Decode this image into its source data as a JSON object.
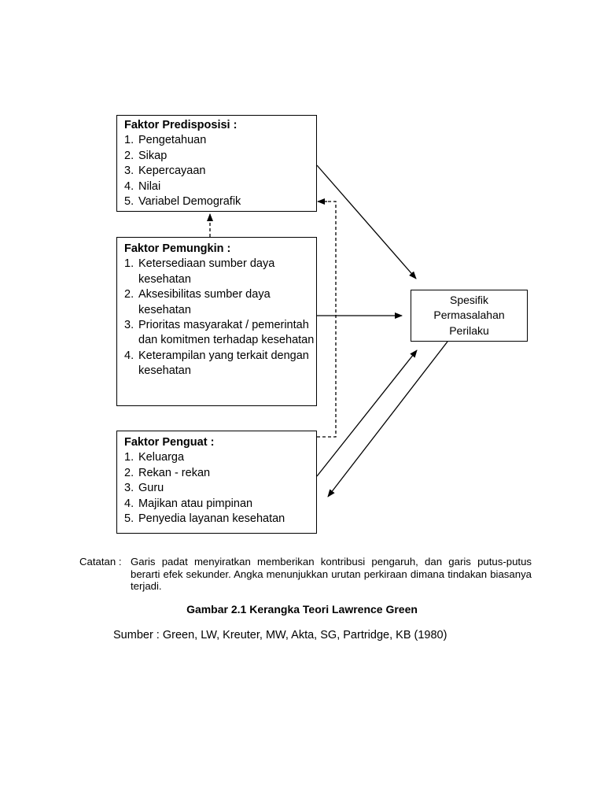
{
  "diagram": {
    "predisposisi": {
      "title": "Faktor Predisposisi :",
      "items": [
        {
          "num": "1.",
          "text": "Pengetahuan"
        },
        {
          "num": "2.",
          "text": "Sikap"
        },
        {
          "num": "3.",
          "text": "Kepercayaan"
        },
        {
          "num": "4.",
          "text": "Nilai"
        },
        {
          "num": "5.",
          "text": "Variabel Demografik"
        }
      ]
    },
    "pemungkin": {
      "title": "Faktor Pemungkin :",
      "items": [
        {
          "num": "1.",
          "text": "Ketersediaan sumber daya kesehatan"
        },
        {
          "num": "2.",
          "text": "Aksesibilitas sumber daya kesehatan"
        },
        {
          "num": "3.",
          "text": "Prioritas masyarakat / pemerintah dan komitmen terhadap kesehatan"
        },
        {
          "num": "4.",
          "text": "Keterampilan yang terkait dengan kesehatan"
        }
      ]
    },
    "penguat": {
      "title": "Faktor Penguat :",
      "items": [
        {
          "num": "1.",
          "text": "Keluarga"
        },
        {
          "num": "2.",
          "text": "Rekan - rekan"
        },
        {
          "num": "3.",
          "text": "Guru"
        },
        {
          "num": "4.",
          "text": "Majikan atau pimpinan"
        },
        {
          "num": "5.",
          "text": "Penyedia layanan kesehatan"
        }
      ]
    },
    "perilaku": {
      "lines": [
        "Spesifik",
        "Permasalahan",
        "Perilaku"
      ]
    }
  },
  "note": {
    "label": "Catatan :",
    "text": "Garis padat menyiratkan memberikan kontribusi pengaruh, dan garis putus-putus berarti efek sekunder. Angka menunjukkan urutan perkiraan dimana tindakan biasanya terjadi."
  },
  "caption": "Gambar 2.1 Kerangka Teori Lawrence Green",
  "source": "Sumber : Green, LW, Kreuter, MW, Akta, SG, Partridge, KB (1980)"
}
